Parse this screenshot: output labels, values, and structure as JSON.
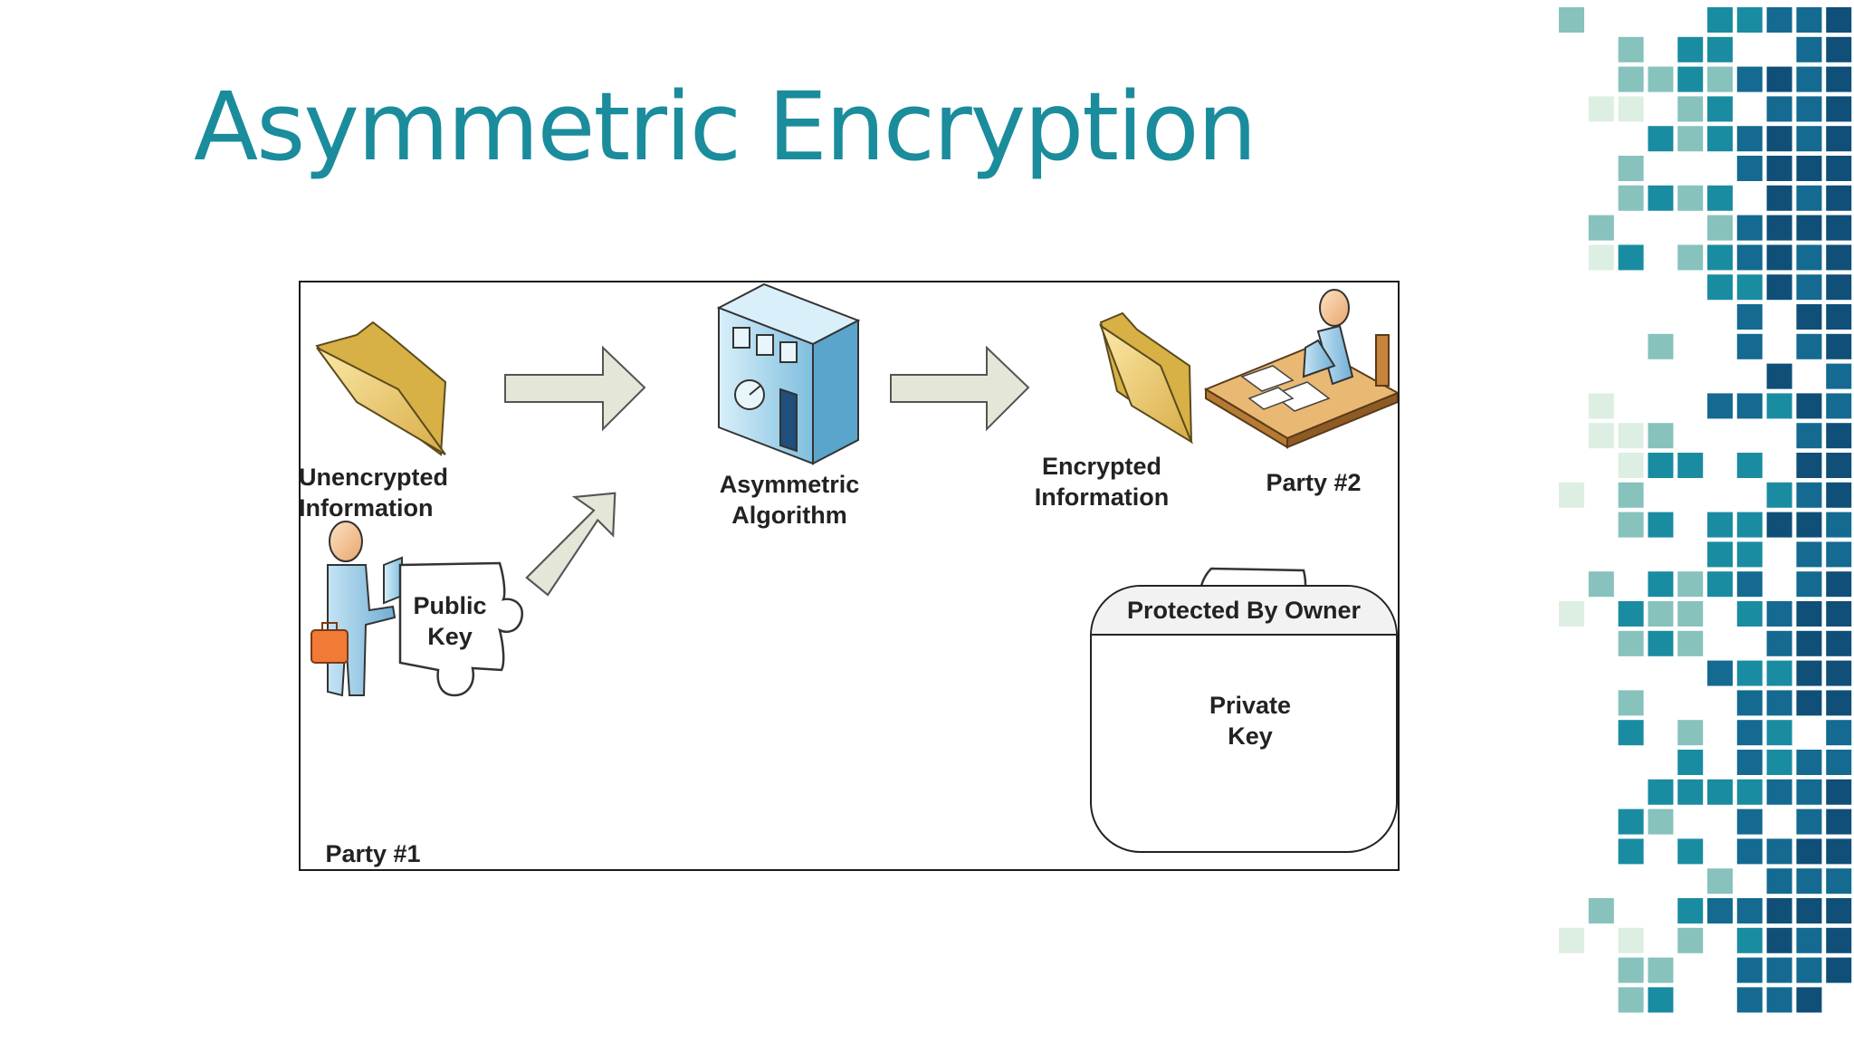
{
  "slide": {
    "title": "Asymmetric Encryption"
  },
  "diagram": {
    "unencrypted_label": "Unencrypted\nInformation",
    "algorithm_label": "Asymmetric\nAlgorithm",
    "encrypted_label": "Encrypted\nInformation",
    "party2_label": "Party #2",
    "party1_label": "Party #1",
    "public_key_label": "Public\nKey",
    "protected_title": "Protected By Owner",
    "private_key_label": "Private\nKey"
  },
  "colors": {
    "title": "#1a8c9c",
    "folder": "#f2d27a",
    "arrow": "#e4e6d8",
    "person": "#8fc6e6",
    "machine": "#a9d6ec",
    "mosaic": [
      "#dcefe2",
      "#87c2bd",
      "#1a8ca1",
      "#146a91",
      "#0f4f78"
    ]
  }
}
